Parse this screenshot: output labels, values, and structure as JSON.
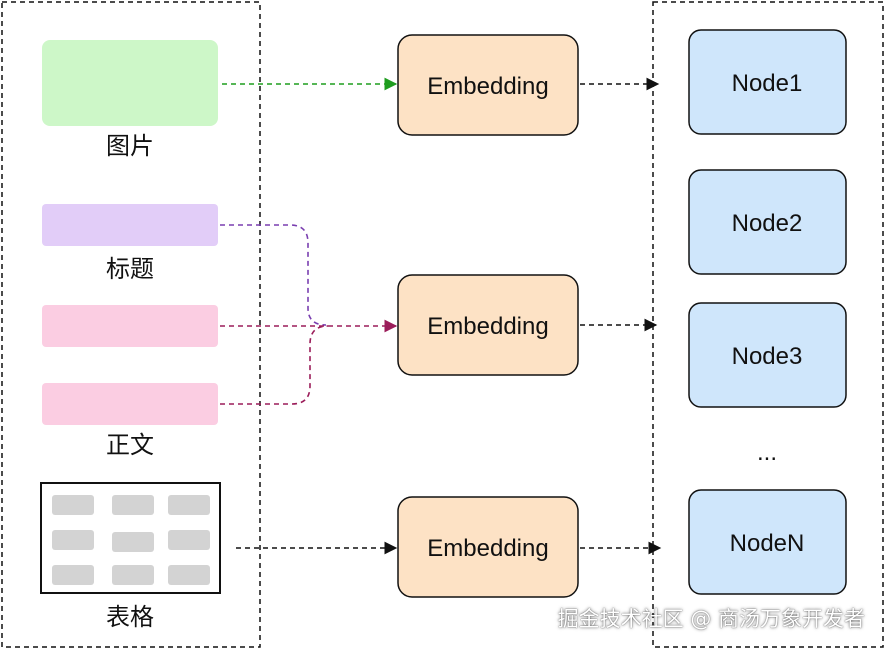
{
  "sources": {
    "image_label": "图片",
    "title_label": "标题",
    "body_label": "正文",
    "table_label": "表格"
  },
  "embeddings": [
    {
      "label": "Embedding"
    },
    {
      "label": "Embedding"
    },
    {
      "label": "Embedding"
    }
  ],
  "nodes": [
    {
      "label": "Node1"
    },
    {
      "label": "Node2"
    },
    {
      "label": "Node3"
    },
    {
      "label": "..."
    },
    {
      "label": "NodeN"
    }
  ],
  "watermark": "掘金技术社区 @ 商汤万象开发者",
  "colors": {
    "image_fill": "#cdf7c8",
    "title_fill": "#e2cdf8",
    "body_fill": "#fbcde2",
    "embedding_fill": "#fde2c5",
    "node_fill": "#cfe6fb",
    "table_cell_fill": "#d3d3d3",
    "arrow_green": "#1f9d1f",
    "arrow_purple": "#7a3fb0",
    "arrow_magenta": "#9b1d5a",
    "arrow_black": "#111111"
  }
}
